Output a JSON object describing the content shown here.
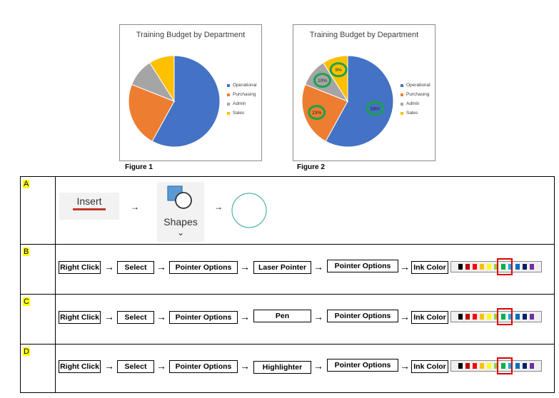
{
  "figures": [
    {
      "caption": "Figure 1",
      "chart_data": {
        "type": "pie",
        "title": "Training Budget by Department",
        "categories": [
          "Operational",
          "Purchasing",
          "Admin",
          "Sales"
        ],
        "values": [
          58,
          23,
          10,
          9
        ],
        "colors": [
          "#4472c4",
          "#ed7d31",
          "#a5a5a5",
          "#ffc000"
        ],
        "data_labels": [],
        "legend_position": "right"
      }
    },
    {
      "caption": "Figure 2",
      "chart_data": {
        "type": "pie",
        "title": "Training Budget by Department",
        "categories": [
          "Operational",
          "Purchasing",
          "Admin",
          "Sales"
        ],
        "values": [
          58,
          23,
          10,
          9
        ],
        "colors": [
          "#4472c4",
          "#ed7d31",
          "#a5a5a5",
          "#ffc000"
        ],
        "data_labels": [
          "58%",
          "23%",
          "10%",
          "9%"
        ],
        "highlight_color": "#1aa34a",
        "legend_position": "right"
      }
    }
  ],
  "rows": [
    {
      "label": "A",
      "insert_label": "Insert",
      "shapes_label": "Shapes",
      "chevron": "⌄",
      "arrow": "→",
      "shape_icon": "shapes-icon"
    },
    {
      "label": "B",
      "steps": [
        "Right Click",
        "Select",
        "Pointer Options",
        "Laser Pointer",
        "Pointer Options",
        "Ink Color"
      ],
      "arrow": "→"
    },
    {
      "label": "C",
      "steps": [
        "Right Click",
        "Select",
        "Pointer Options",
        "Pen",
        "Pointer Options",
        "Ink Color"
      ],
      "arrow": "→"
    },
    {
      "label": "D",
      "steps": [
        "Right Click",
        "Select",
        "Pointer Options",
        "Highlighter",
        "Pointer Options",
        "Ink Color"
      ],
      "arrow": "→"
    }
  ],
  "palette_colors": [
    "#000000",
    "#c00000",
    "#ff0000",
    "#ffc000",
    "#ffff00",
    "#92d050",
    "#00b050",
    "#00b0f0",
    "#0070c0",
    "#002060",
    "#7030a0"
  ],
  "accent": {
    "insert_underline": "#c0392b",
    "circle_outline": "#4fb3a4",
    "selection_box": "#e00000"
  }
}
